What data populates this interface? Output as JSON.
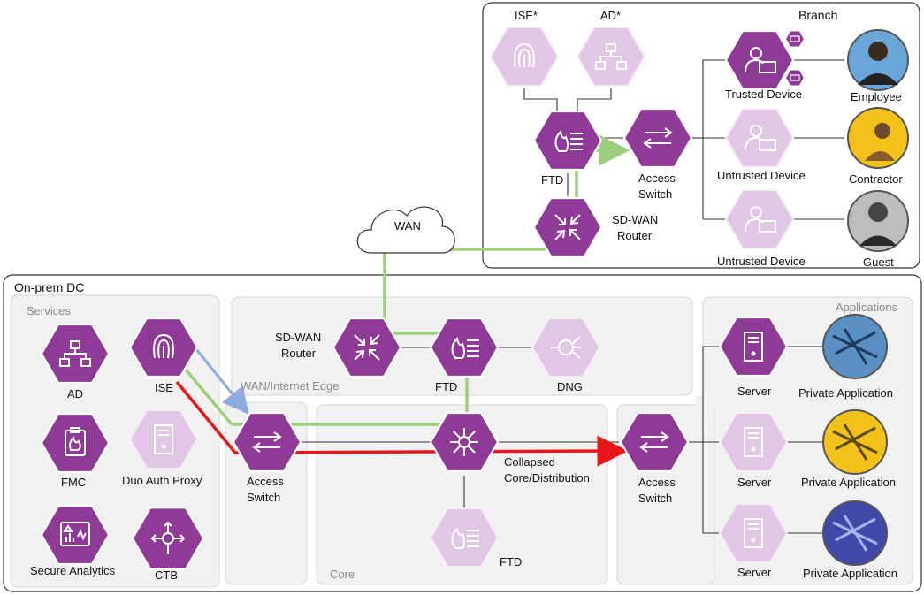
{
  "branch": {
    "title": "Branch",
    "ise_label": "ISE*",
    "ad_label": "AD*",
    "ftd_label": "FTD",
    "access_switch_label": [
      "Access",
      "Switch"
    ],
    "sdwan_router_label": [
      "SD-WAN",
      "Router"
    ],
    "devices": [
      {
        "label": "Trusted Device",
        "user": "Employee",
        "faded": false
      },
      {
        "label": "Untrusted Device",
        "user": "Contractor",
        "faded": true
      },
      {
        "label": "Untrusted Device",
        "user": "Guest",
        "faded": true
      }
    ]
  },
  "wan": {
    "label": "WAN"
  },
  "dc": {
    "title": "On-prem DC",
    "services": {
      "title": "Services",
      "items": [
        "AD",
        "ISE",
        "FMC",
        "Duo Auth Proxy",
        "Secure Analytics",
        "CTB"
      ]
    },
    "access_switch_label": [
      "Access",
      "Switch"
    ],
    "edge": {
      "title": "WAN/Internet Edge",
      "sdwan_router_label": [
        "SD-WAN",
        "Router"
      ],
      "ftd_label": "FTD",
      "dng_label": "DNG"
    },
    "core": {
      "title": "Core",
      "collapsed_label": [
        "Collapsed",
        "Core/Distribution"
      ],
      "ftd_label": "FTD"
    },
    "applications": {
      "title": "Applications",
      "access_switch_label": [
        "Access",
        "Switch"
      ],
      "servers": [
        {
          "label": "Server",
          "app": "Private Application",
          "faded": false
        },
        {
          "label": "Server",
          "app": "Private Application",
          "faded": true
        },
        {
          "label": "Server",
          "app": "Private Application",
          "faded": true
        }
      ]
    }
  },
  "colors": {
    "purple": "#8e3a96",
    "purple_faded": "#e2c6e5",
    "green_path": "#9ccf7c",
    "red_path": "#e8161b",
    "blue_path": "#8eaade",
    "zone_fill": "#f1f1f1",
    "zone_stroke": "#d3d3d3"
  }
}
